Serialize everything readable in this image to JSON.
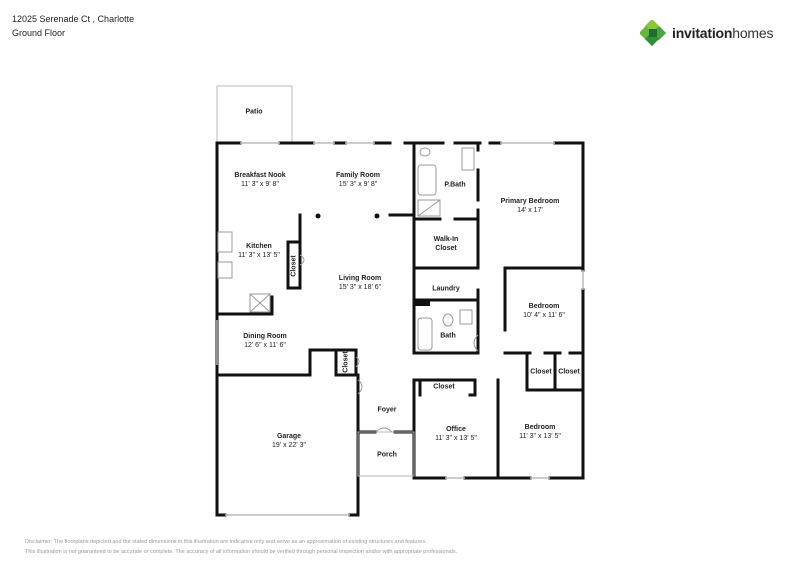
{
  "header": {
    "address": "12025 Serenade Ct , Charlotte",
    "floor": "Ground Floor"
  },
  "logo": {
    "brand_part1": "invitation",
    "brand_part2": "homes",
    "icon": "clover-logo-icon",
    "colors": [
      "#6db33f",
      "#2f8f3a",
      "#8cc63f"
    ]
  },
  "rooms": [
    {
      "name": "Patio",
      "dims": ""
    },
    {
      "name": "Breakfast Nook",
      "dims": "11' 3\" x 9' 8\""
    },
    {
      "name": "Family Room",
      "dims": "15' 3\" x 9' 8\""
    },
    {
      "name": "P.Bath",
      "dims": ""
    },
    {
      "name": "Primary Bedroom",
      "dims": "14' x 17'"
    },
    {
      "name": "Walk-In Closet",
      "dims": ""
    },
    {
      "name": "Kitchen",
      "dims": "11' 3\" x 13' 5\""
    },
    {
      "name": "Closet",
      "dims": ""
    },
    {
      "name": "Living Room",
      "dims": "15' 3\" x 18' 6\""
    },
    {
      "name": "Laundry",
      "dims": ""
    },
    {
      "name": "Bedroom",
      "dims": "10' 4\" x 11' 6\""
    },
    {
      "name": "Bath",
      "dims": ""
    },
    {
      "name": "Dining Room",
      "dims": "12' 6\" x 11' 6\""
    },
    {
      "name": "Closet",
      "dims": ""
    },
    {
      "name": "Closet",
      "dims": ""
    },
    {
      "name": "Closet",
      "dims": ""
    },
    {
      "name": "Closet",
      "dims": ""
    },
    {
      "name": "Foyer",
      "dims": ""
    },
    {
      "name": "Garage",
      "dims": "19' x 22' 3\""
    },
    {
      "name": "Office",
      "dims": "11' 3\" x 13' 5\""
    },
    {
      "name": "Bedroom",
      "dims": "11' 3\" x 13' 5\""
    },
    {
      "name": "Porch",
      "dims": ""
    }
  ],
  "disclaimer": {
    "line1": "Disclaimer: The floorplans depicted and the stated dimensions in this illustration are indicative only and serve as an approximation of existing structures and features.",
    "line2": "This illustration is not guaranteed to be accurate or complete. The accuracy of all information should be verified through personal inspection and/or with appropriate professionals."
  }
}
